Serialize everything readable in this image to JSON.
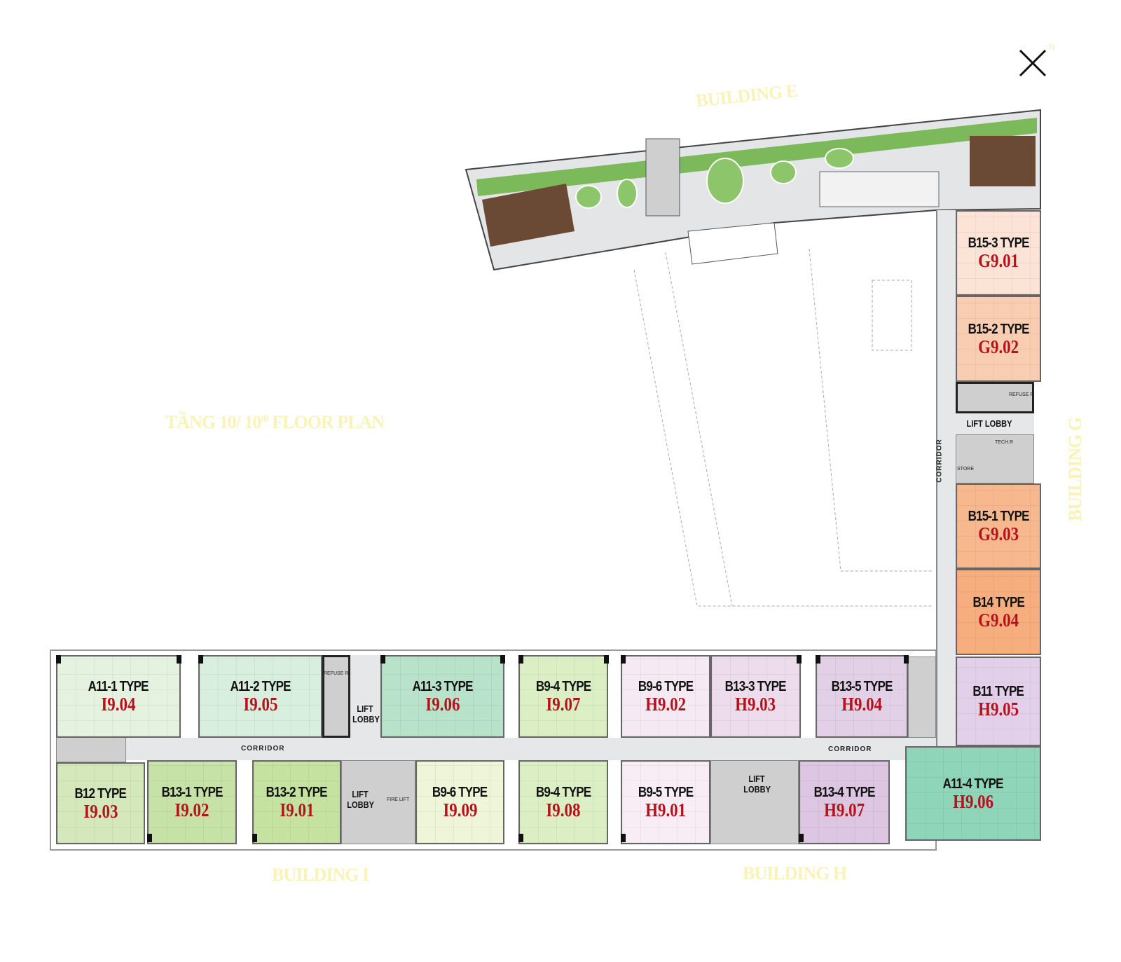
{
  "plan_title": "TẦNG 10/ 10th FLOOR PLAN",
  "plan_title_main": "TẦNG 10/ 10",
  "plan_title_sup": "th",
  "plan_title_end": " FLOOR PLAN",
  "compass": {
    "icon": "north-arrow-icon",
    "label": "N"
  },
  "buildings": {
    "e": "BUILDING E",
    "g": "BUILDING G",
    "h": "BUILDING H",
    "i": "BUILDING I"
  },
  "labels": {
    "corridor": "CORRIDOR",
    "lift_lobby_1": "LIFT",
    "lift_lobby_2": "LOBBY",
    "lift_lobby": "LIFT LOBBY",
    "refuse": "REFUSE R",
    "fire_lift": "FIRE LIFT",
    "store": "STORE",
    "tech": "TECH.R"
  },
  "units": [
    {
      "type": "A11-1 TYPE",
      "code": "I9.04"
    },
    {
      "type": "A11-2 TYPE",
      "code": "I9.05"
    },
    {
      "type": "A11-3 TYPE",
      "code": "I9.06"
    },
    {
      "type": "B9-4 TYPE",
      "code": "I9.07"
    },
    {
      "type": "B9-6 TYPE",
      "code": "H9.02"
    },
    {
      "type": "B13-3 TYPE",
      "code": "H9.03"
    },
    {
      "type": "B13-5 TYPE",
      "code": "H9.04"
    },
    {
      "type": "B11 TYPE",
      "code": "H9.05"
    },
    {
      "type": "B12 TYPE",
      "code": "I9.03"
    },
    {
      "type": "B13-1 TYPE",
      "code": "I9.02"
    },
    {
      "type": "B13-2 TYPE",
      "code": "I9.01"
    },
    {
      "type": "B9-6 TYPE",
      "code": "I9.09"
    },
    {
      "type": "B9-4 TYPE",
      "code": "I9.08"
    },
    {
      "type": "B9-5 TYPE",
      "code": "H9.01"
    },
    {
      "type": "B13-4 TYPE",
      "code": "H9.07"
    },
    {
      "type": "A11-4 TYPE",
      "code": "H9.06"
    },
    {
      "type": "B15-3 TYPE",
      "code": "G9.01"
    },
    {
      "type": "B15-2 TYPE",
      "code": "G9.02"
    },
    {
      "type": "B15-1 TYPE",
      "code": "G9.03"
    },
    {
      "type": "B14 TYPE",
      "code": "G9.04"
    }
  ],
  "colors": {
    "unit_code": "#b5121b",
    "building_label": "#f9f3b8",
    "corridor": "#e6e7e8",
    "garden": "#6fae4a",
    "deck": "#6b4a35"
  }
}
